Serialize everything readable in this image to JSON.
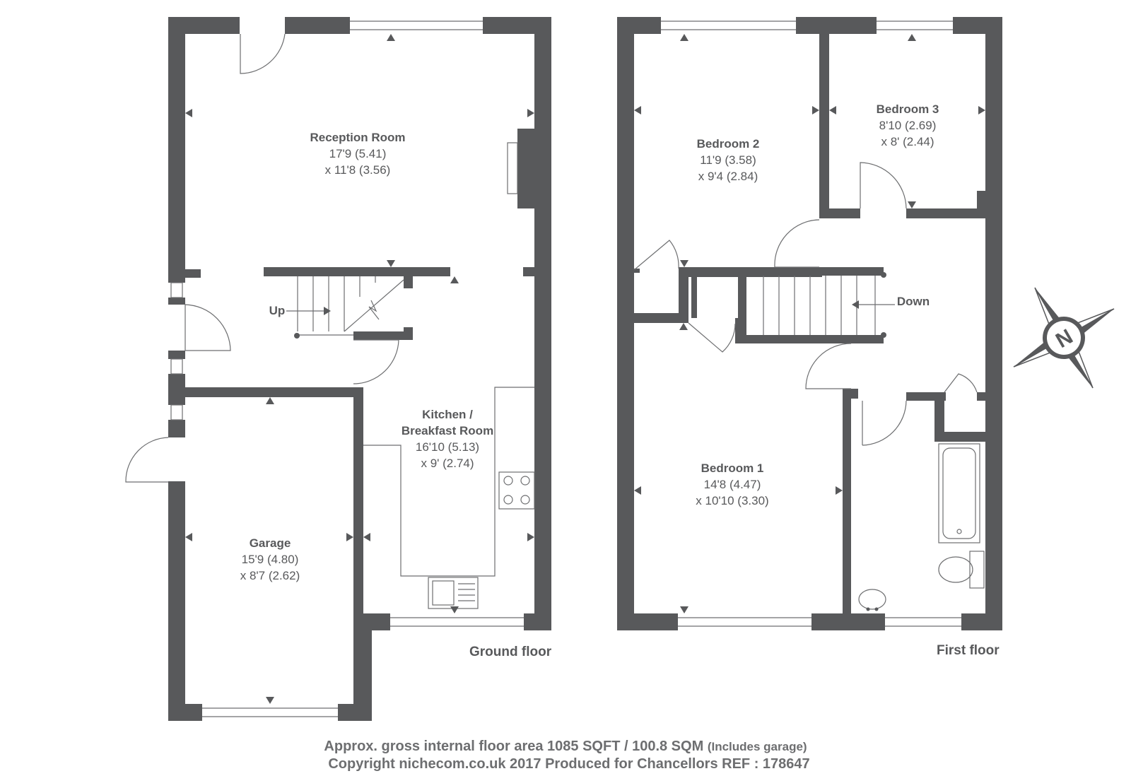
{
  "ground_floor": {
    "label": "Ground floor",
    "stairs_label": "Up",
    "rooms": [
      {
        "name": "Reception Room",
        "dim1": "17'9 (5.41)",
        "dim2": "x 11'8 (3.56)"
      },
      {
        "name_line1": "Kitchen /",
        "name_line2": "Breakfast Room",
        "dim1": "16'10 (5.13)",
        "dim2": "x 9' (2.74)"
      },
      {
        "name": "Garage",
        "dim1": "15'9 (4.80)",
        "dim2": "x 8'7 (2.62)"
      }
    ]
  },
  "first_floor": {
    "label": "First floor",
    "stairs_label": "Down",
    "rooms": [
      {
        "name": "Bedroom 2",
        "dim1": "11'9 (3.58)",
        "dim2": "x 9'4 (2.84)"
      },
      {
        "name": "Bedroom 3",
        "dim1": "8'10 (2.69)",
        "dim2": "x 8' (2.44)"
      },
      {
        "name": "Bedroom 1",
        "dim1": "14'8 (4.47)",
        "dim2": "x 10'10 (3.30)"
      }
    ]
  },
  "compass": {
    "letter": "N"
  },
  "footer": {
    "area_main": "Approx. gross internal floor area 1085 SQFT / 100.8 SQM",
    "area_note": "(Includes garage)",
    "copyright": "Copyright nichecom.co.uk 2017 Produced for Chancellors REF : 178647"
  },
  "colors": {
    "wall": "#58595b",
    "text": "#58595b"
  }
}
